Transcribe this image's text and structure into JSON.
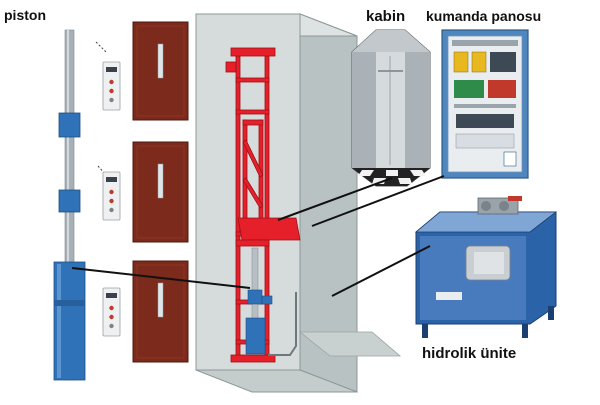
{
  "labels": {
    "piston": "piston",
    "cabin": "kabin",
    "control_panel": "kumanda panosu",
    "hydraulic_unit": "hidrolik ünite"
  },
  "colors": {
    "piston_steel": "#9aa4ab",
    "piston_blue": "#2f72b8",
    "frame_red": "#e5202a",
    "door_wood": "#7b2a1c",
    "shaft_wall": "#cfd6d6",
    "panel_blue": "#4f86bd",
    "unit_blue": "#2b63a8",
    "leader_line": "#111111"
  }
}
